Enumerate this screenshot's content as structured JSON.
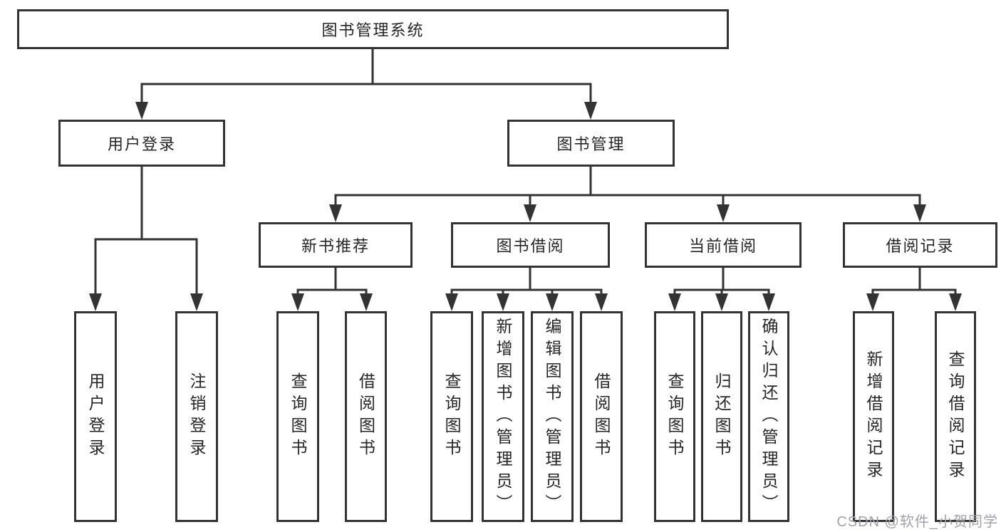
{
  "colors": {
    "line": "#333333",
    "box_border": "#333333",
    "box_background": "#ffffff",
    "text": "#262626",
    "watermark": "#a0a0a8"
  },
  "tree": {
    "root": {
      "label": "图书管理系统"
    },
    "branches": [
      {
        "label": "用户登录",
        "children": [
          {
            "label": "用户登录"
          },
          {
            "label": "注销登录"
          }
        ]
      },
      {
        "label": "图书管理",
        "children": [
          {
            "label": "新书推荐",
            "children": [
              {
                "label": "查询图书"
              },
              {
                "label": "借阅图书"
              }
            ]
          },
          {
            "label": "图书借阅",
            "children": [
              {
                "label": "查询图书"
              },
              {
                "label": "新增图书（管理员）"
              },
              {
                "label": "编辑图书（管理员）"
              },
              {
                "label": "借阅图书"
              }
            ]
          },
          {
            "label": "当前借阅",
            "children": [
              {
                "label": "查询图书"
              },
              {
                "label": "归还图书"
              },
              {
                "label": "确认归还（管理员）"
              }
            ]
          },
          {
            "label": "借阅记录",
            "children": [
              {
                "label": "新增借阅记录"
              },
              {
                "label": "查询借阅记录"
              }
            ]
          }
        ]
      }
    ]
  },
  "watermark": {
    "text": "CSDN @软件_小贺同学"
  }
}
